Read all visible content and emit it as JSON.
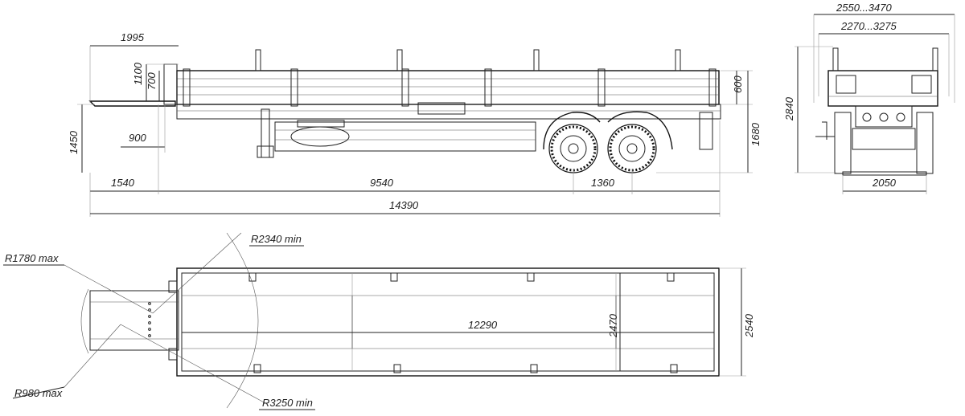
{
  "side_view": {
    "dims": {
      "overall_fifth": "1995",
      "side_h_1100": "1100",
      "side_h_700": "700",
      "board_600": "600",
      "height_1680": "1680",
      "height_1450": "1450",
      "kingpin_900": "900",
      "front_1540": "1540",
      "base_9540": "9540",
      "axle_1360": "1360",
      "length_14390": "14390"
    }
  },
  "rear_view": {
    "dims": {
      "width_total": "2550...3470",
      "width_inner": "2270...3275",
      "height_2840": "2840",
      "track_2050": "2050"
    }
  },
  "top_view": {
    "dims": {
      "r2340": "R2340 min",
      "r1780": "R1780 max",
      "r980": "R980 max",
      "r3250": "R3250 min",
      "deck_length": "12290",
      "deck_width": "2470",
      "overall_width": "2540"
    }
  }
}
